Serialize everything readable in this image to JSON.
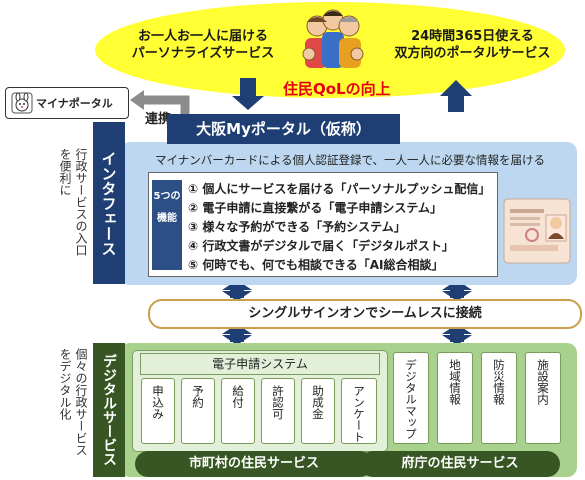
{
  "top": {
    "left_text_1": "お一人お一人に届ける",
    "left_text_2": "パーソナライズサービス",
    "right_text_1": "24時間365日使える",
    "right_text_2": "双方向のポータルサービス",
    "qol": "住民QoLの向上"
  },
  "mynaportal": {
    "label": "マイナポータル"
  },
  "link_label": "連携",
  "portal_title": "大阪Myポータル（仮称）",
  "interface": {
    "label": "インタフェース",
    "side_note": [
      "行政サービスの入口",
      "を便利に"
    ],
    "subtitle": "マイナンバーカードによる個人認証登録で、一人一人に必要な情報を届ける",
    "func_label": [
      "5つの",
      "機能"
    ],
    "functions": [
      "① 個人にサービスを届ける「パーソナルプッシュ配信」",
      "② 電子申請に直接繋がる「電子申請システム」",
      "③ 様々な予約ができる「予約システム」",
      "④ 行政文書がデジタルで届く「デジタルポスト」",
      "⑤ 何時でも、何でも相談できる「AI総合相談」"
    ]
  },
  "sso": "シングルサインオンでシームレスに接続",
  "digital": {
    "label": "デジタルサービス",
    "side_note": [
      "個々の行政サービス",
      "をデジタル化"
    ],
    "egov_title": "電子申請システム",
    "egov_items": [
      "申込み",
      "予約",
      "給付",
      "許認可",
      "助成金",
      "アンケート"
    ],
    "pref_items": [
      "デジタルマップ",
      "地域情報",
      "防災情報",
      "施設案内"
    ],
    "muni_label": "市町村の住民サービス",
    "pref_label": "府庁の住民サービス"
  },
  "colors": {
    "navy": "#1f3f74",
    "light_blue": "#bcd7ef",
    "yellow": "#ffff33",
    "red": "#e60012",
    "green_dark": "#375623",
    "green_light": "#a9d18e"
  }
}
